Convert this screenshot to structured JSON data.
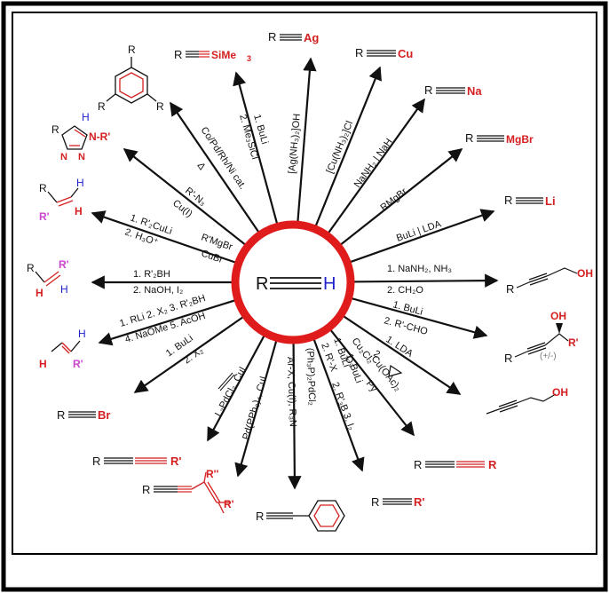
{
  "center": {
    "r": "R",
    "h": "H"
  },
  "products": {
    "ag": {
      "r": "R",
      "x": "Ag"
    },
    "cu": {
      "r": "R",
      "x": "Cu"
    },
    "na": {
      "r": "R",
      "x": "Na"
    },
    "mgbr": {
      "r": "R",
      "x": "MgBr"
    },
    "li": {
      "r": "R",
      "x": "Li"
    },
    "propargyl_alcohol": {
      "r": "R",
      "oh": "OH"
    },
    "secondary_alcohol": {
      "r": "R",
      "oh": "OH",
      "rp": "R'",
      "stereo": "(+/-)"
    },
    "homopropargyl_alcohol": {
      "oh": "OH"
    },
    "diyne_sym": {
      "r1": "R",
      "r2": "R"
    },
    "internal_alkyne": {
      "r": "R",
      "rp": "R'"
    },
    "diphenylalkyne": {
      "r": "R"
    },
    "enyne": {
      "r": "R",
      "r2": "R''",
      "r1": "R'"
    },
    "diyne_unsym": {
      "r": "R",
      "rp": "R'"
    },
    "bromoalkyne": {
      "r": "R",
      "x": "Br"
    },
    "cis_alkene": {
      "h1": "H",
      "h2": "H",
      "rp": "R'"
    },
    "trans_alkene": {
      "h1": "H",
      "h2": "H",
      "rp": "R'"
    },
    "vinyl": {
      "r": "R",
      "h": "H",
      "rp": "R'"
    },
    "triazole": {
      "h": "H",
      "nr": "N-R'",
      "n1": "N",
      "n2": "N"
    },
    "benzene": {
      "r1": "R",
      "r2": "R",
      "r3": "R"
    },
    "tms": {
      "r": "R",
      "x": "SiMe",
      "sub": "3"
    }
  },
  "conditions": {
    "ag": "[Ag(NH₃)₂]OH",
    "cu": "[Cu(NH₃)₂]Cl",
    "na": "NaNH₂ | NaH",
    "mgbr": "RMgBr",
    "li": "BuLi | LDA",
    "propargyl_1": "1. NaNH₂, NH₃",
    "propargyl_2": "2. CH₂O",
    "secondary_1": "1. BuLi",
    "secondary_2": "2. R'-CHO",
    "homo_1": "1. LDA",
    "homo_2": "2.",
    "diyne_sym_a": "Cu₂Cl₂",
    "diyne_sym_b": "O₂",
    "diyne_sym_c": "Cu(OAc)₂",
    "diyne_sym_d": "Py",
    "internal_a": "1. BuLi",
    "internal_b": "2. R'-X",
    "internal_c": "1. BuLi",
    "internal_d": "2. R'₃B 3. I₂",
    "diphenyl_a": "(Ph₃P)₂PdCl₂",
    "diphenyl_b": "Ar-X, Cu(I), R₃N",
    "enyne_a": "Pd(PPh₃)₄, CuI",
    "diyne_unsym": "L₂PdCl₂, CuI",
    "bromo_1": "1. BuLi",
    "bromo_2": "2. X₂",
    "trans_1": "1. RLi 2. X₂ 3. R'₂BH",
    "trans_2": "4. NaOMe 5. AcOH",
    "cis_1": "1. R'₂BH",
    "cis_2": "2. NaOH, I₂",
    "vinyl_1": "1. R'₂CuLi",
    "vinyl_2": "2. H₃O⁺",
    "vinyl_3": "R'MgBr",
    "vinyl_4": "CuBr",
    "triazole_1": "R'-N₃",
    "triazole_2": "Cu(I)",
    "benzene_1": "Co/Pd/Rh/Ni cat.",
    "benzene_2": "Δ",
    "tms_1": "1. BuLi",
    "tms_2": "2. Me₃SiCl"
  },
  "colors": {
    "ring": "#e01b1b",
    "text": "#111111",
    "red": "#d42020",
    "magenta": "#cc44cc",
    "blue": "#2222cc",
    "border": "#000000"
  }
}
